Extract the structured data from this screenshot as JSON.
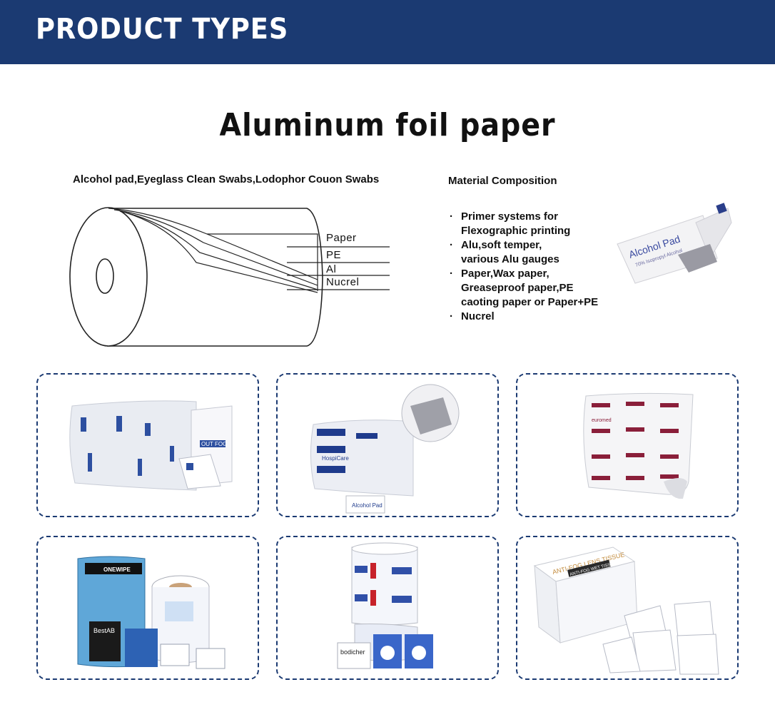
{
  "header": {
    "title": "PRODUCT TYPES"
  },
  "main": {
    "title": "Aluminum foil paper",
    "uses": "Alcohol pad,Eyeglass Clean Swabs,Lodophor Couon Swabs"
  },
  "diagram": {
    "layers": [
      "Paper",
      "PE",
      "Al",
      "Nucrel"
    ]
  },
  "material": {
    "title": "Material Composition",
    "bullet": "·",
    "items": [
      [
        "Primer systems for",
        "Flexographic printing"
      ],
      [
        "Alu,soft temper,",
        "various Alu gauges"
      ],
      [
        "Paper,Wax paper,",
        "Greaseproof paper,PE",
        "caoting paper or Paper+PE"
      ],
      [
        "Nucrel"
      ]
    ]
  },
  "pad_image": {
    "line1": "Alcohol Pad",
    "line2": "70% Isopropyl Alcohol"
  },
  "products": [
    {
      "name": "out-fog-lens-wipes",
      "label": "OUT FOG"
    },
    {
      "name": "hospicare-alcohol-pads",
      "label": "HospiCare",
      "sub": "Alcohol Pad"
    },
    {
      "name": "euromed-alcohol-swabs",
      "label": "euromed"
    },
    {
      "name": "onewipe-wipes",
      "label": "ONEWIPE",
      "sub": "BestAB"
    },
    {
      "name": "bodicher-alcohol-swabs",
      "label": "bodicher"
    },
    {
      "name": "anti-fog-lens-tissue",
      "label": "ANTI-FOG LENS TISSUE",
      "sub": "ANTI-FOG WET TISSUE"
    }
  ],
  "colors": {
    "banner": "#1b3a72",
    "dash": "#1b3a72"
  }
}
